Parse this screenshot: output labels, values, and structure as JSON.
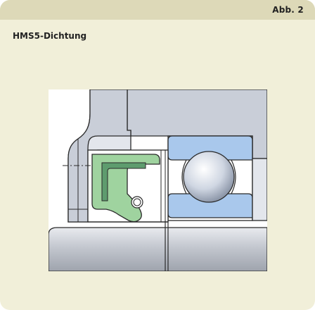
{
  "figure_label": "Abb. 2",
  "title": "HMS5-Dichtung",
  "colors": {
    "panel_background": "#f1efd9",
    "header_band": "#ddd9b8",
    "housing_gray": "#c9ced8",
    "seal_green": "#9fd39f",
    "seal_green_dark": "#5e9c6e",
    "bearing_blue": "#a9c8ec",
    "shaft_gray": "#c3c7cf"
  },
  "icons": {
    "drawing": "seal-cross-section-diagram"
  }
}
